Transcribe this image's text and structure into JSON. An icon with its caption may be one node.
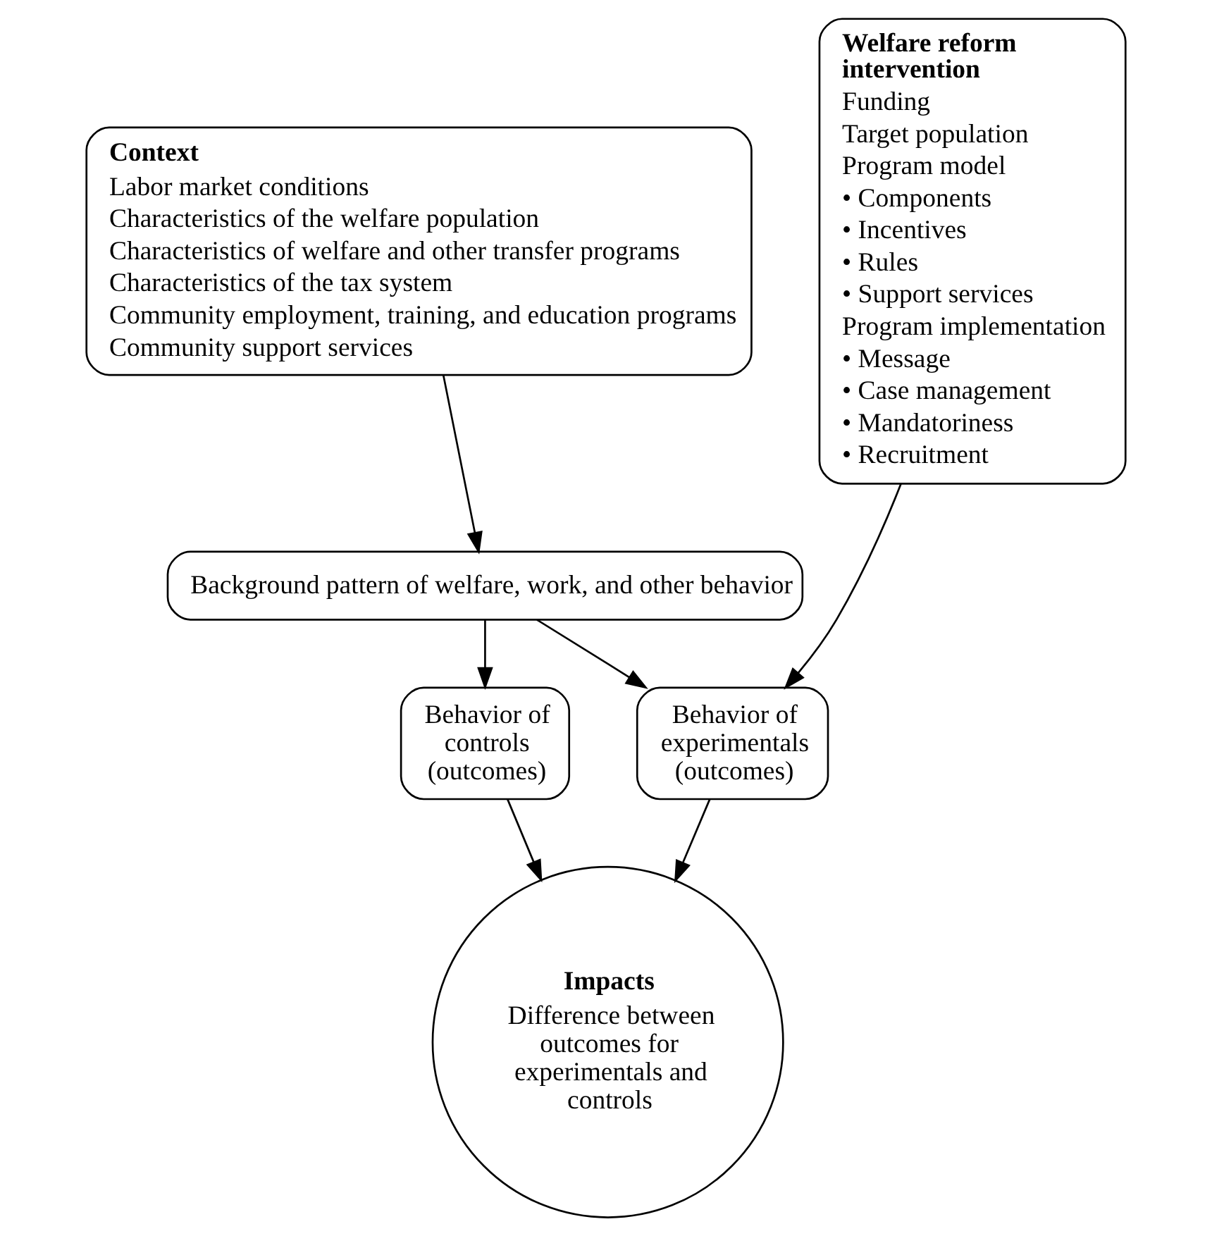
{
  "diagram": {
    "nodes": [
      {
        "text": [
          "Context",
          "Labor market conditions",
          "Characteristics of the welfare population",
          "Characteristics of welfare and other transfer programs",
          "Characteristics of the tax system",
          "Community employment, training, and education programs",
          "Community support services"
        ]
      },
      {
        "text": [
          "Welfare reform intervention",
          "Funding",
          "Target population",
          "Program model",
          "• Components",
          "• Incentives",
          "• Rules",
          "• Support services",
          "Program implementation",
          "• Message",
          "• Case management",
          "• Mandatoriness",
          "• Recruitment"
        ]
      },
      {
        "text": [
          "Background pattern of welfare, work, and other behavior"
        ]
      },
      {
        "text": [
          "Behavior of controls (outcomes)"
        ]
      },
      {
        "text": [
          "Behavior of experimentals (outcomes)"
        ]
      },
      {
        "text": [
          "Impacts",
          "Difference between outcomes for experimentals and controls"
        ]
      }
    ],
    "edges": [
      {
        "from": 0,
        "to": 2,
        "arrow": "to"
      },
      {
        "from": 2,
        "to": 3,
        "arrow": "to"
      },
      {
        "from": 2,
        "to": 4,
        "arrow": "to"
      },
      {
        "from": 1,
        "to": 4,
        "arrow": "to"
      },
      {
        "from": 3,
        "to": 5,
        "arrow": "to"
      },
      {
        "from": 4,
        "to": 5,
        "arrow": "to"
      }
    ]
  }
}
